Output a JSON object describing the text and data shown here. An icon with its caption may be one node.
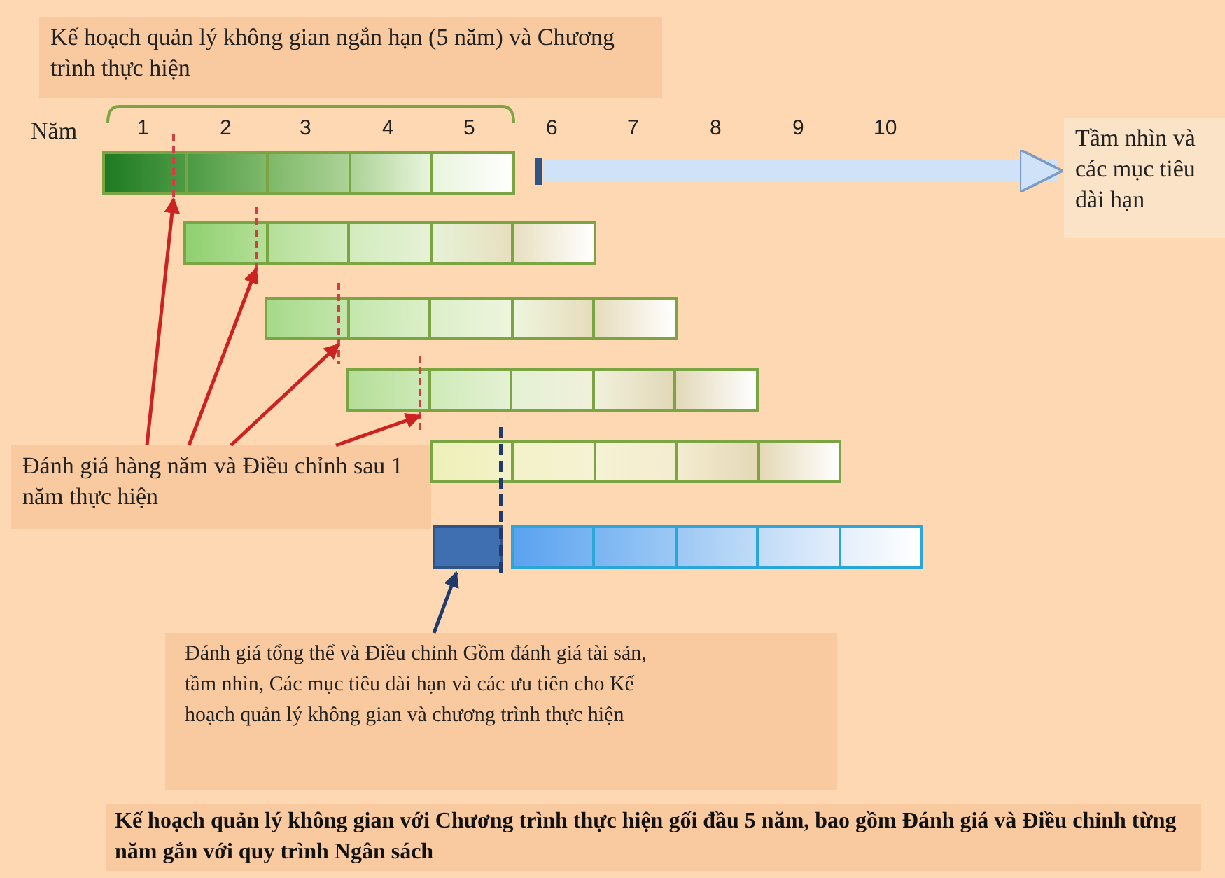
{
  "diagram": {
    "caption": "Kế hoạch quản lý không gian với Chương trình thực hiện gối đầu 5 năm, bao gồm Đánh giá và Điều chỉnh từng năm gắn với quy trình Ngân sách",
    "nodes": [
      {
        "text": [
          "Kế hoạch quản lý không gian ngắn hạn (5 năm) và Chương trình thực hiện"
        ]
      },
      {
        "text": [],
        "shape": "bar"
      },
      {
        "text": [
          "Tầm nhìn và các mục tiêu dài hạn"
        ]
      },
      {
        "text": [],
        "shape": "bar"
      },
      {
        "text": [],
        "shape": "bar"
      },
      {
        "text": [],
        "shape": "bar"
      },
      {
        "text": [
          "Đánh giá hàng năm và Điều chỉnh sau 1 năm thực hiện"
        ]
      },
      {
        "text": [],
        "shape": "bar"
      },
      {
        "text": [],
        "shape": "box"
      },
      {
        "text": [],
        "shape": "bar"
      },
      {
        "text": [
          "Đánh giá tổng thể và Điều chỉnh Gồm đánh giá tài sản, tầm nhìn, Các mục tiêu dài hạn và các ưu tiên cho Kế hoạch quản lý không gian và chương trình thực hiện"
        ]
      }
    ],
    "edges": [
      {
        "from": 6,
        "to": 1,
        "arrow": "to"
      },
      {
        "from": 6,
        "to": 3,
        "arrow": "to"
      },
      {
        "from": 6,
        "to": 4,
        "arrow": "to"
      },
      {
        "from": 6,
        "to": 5,
        "arrow": "to"
      },
      {
        "from": null,
        "to": 2,
        "arrow": "to",
        "style": "thick",
        "color": "#cfe2f7"
      },
      {
        "from": 10,
        "to": 8,
        "arrow": "to",
        "color": "#1f3a6b"
      }
    ],
    "labels": [
      "Năm",
      "1",
      "2",
      "3",
      "4",
      "5",
      "6",
      "7",
      "8",
      "9",
      "10"
    ]
  }
}
